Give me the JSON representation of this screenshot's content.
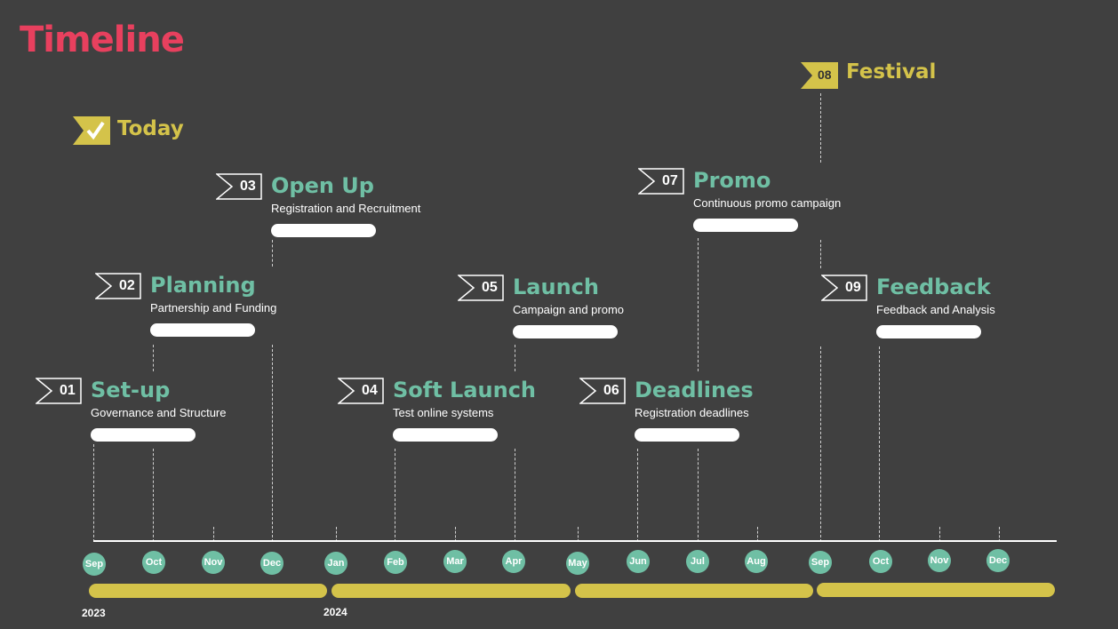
{
  "title": "Timeline",
  "today": {
    "label": "Today",
    "icon": "checkmark-icon"
  },
  "festival": {
    "num": "08",
    "label": "Festival"
  },
  "milestones": [
    {
      "num": "01",
      "name": "Set-up",
      "desc": "Governance and Structure"
    },
    {
      "num": "02",
      "name": "Planning",
      "desc": "Partnership and Funding"
    },
    {
      "num": "03",
      "name": "Open Up",
      "desc": "Registration and Recruitment"
    },
    {
      "num": "04",
      "name": "Soft Launch",
      "desc": "Test online systems"
    },
    {
      "num": "05",
      "name": "Launch",
      "desc": "Campaign and promo"
    },
    {
      "num": "06",
      "name": "Deadlines",
      "desc": "Registration deadlines"
    },
    {
      "num": "07",
      "name": "Promo",
      "desc": "Continuous promo campaign"
    },
    {
      "num": "09",
      "name": "Feedback",
      "desc": "Feedback and Analysis"
    }
  ],
  "months": [
    "Sep",
    "Oct",
    "Nov",
    "Dec",
    "Jan",
    "Feb",
    "Mar",
    "Apr",
    "May",
    "Jun",
    "Jul",
    "Aug",
    "Sep",
    "Oct",
    "Nov",
    "Dec"
  ],
  "years": [
    "2023",
    "2024"
  ],
  "colors": {
    "background": "#404040",
    "title": "#e8405e",
    "accent_yellow": "#d4c34a",
    "accent_teal": "#6fbfa4"
  }
}
